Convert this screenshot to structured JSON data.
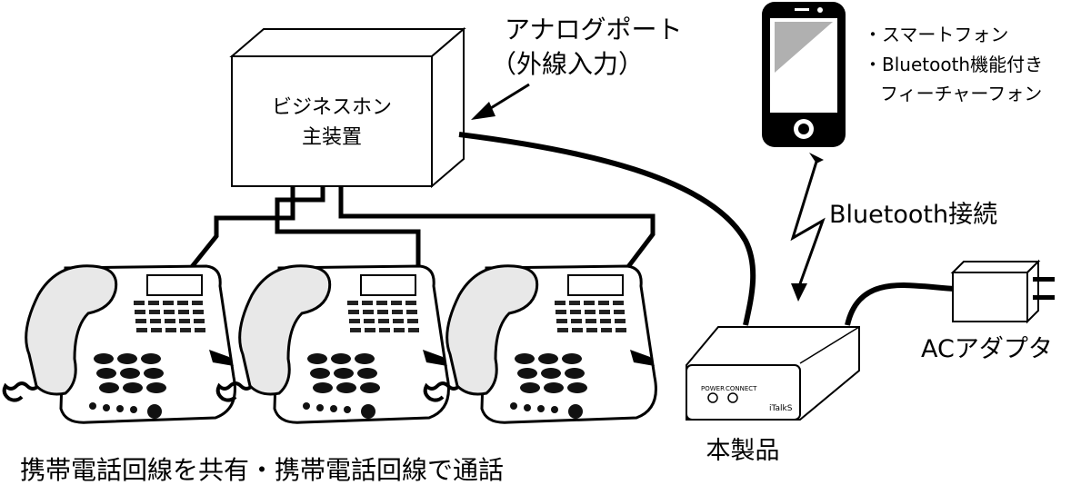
{
  "labels": {
    "pbx_line1": "ビジネスホン",
    "pbx_line2": "主装置",
    "analog_port_line1": "アナログポート",
    "analog_port_line2": "（外線入力）",
    "phone_list": [
      "・スマートフォン",
      "・Bluetooth機能付き",
      "フィーチャーフォン"
    ],
    "bluetooth_connection": "Bluetooth接続",
    "ac_adapter": "ACアダプタ",
    "product": "本製品",
    "device_power": "POWER",
    "device_connect": "CONNECT",
    "device_brand": "iTalkS",
    "caption": "携帯電話回線を共有・携帯電話回線で通話"
  }
}
